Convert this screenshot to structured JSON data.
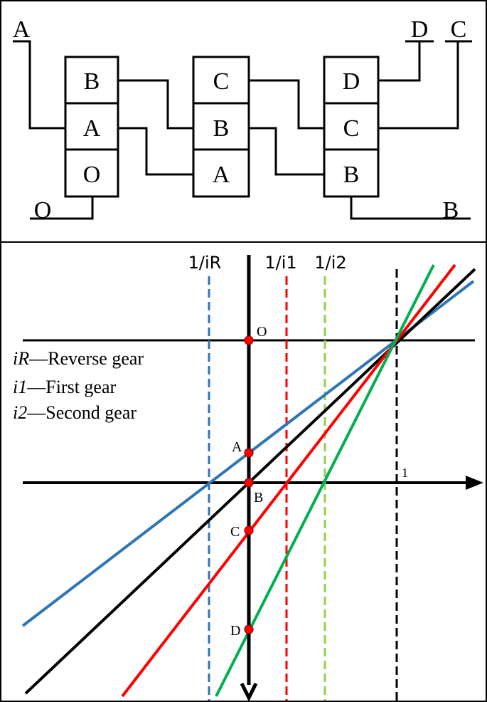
{
  "top_panel": {
    "boxes": {
      "left": [
        "B",
        "A",
        "O"
      ],
      "middle": [
        "C",
        "B",
        "A"
      ],
      "right": [
        "D",
        "C",
        "B"
      ]
    },
    "terminals": {
      "a": "A",
      "o": "O",
      "d": "D",
      "c": "C",
      "b": "B"
    }
  },
  "bottom_panel": {
    "vertical_labels": {
      "reverse": "1/iR",
      "first": "1/i1",
      "second": "1/i2"
    },
    "legend": [
      {
        "symbol": "iR",
        "text": "—Reverse gear"
      },
      {
        "symbol": "i1",
        "text": "—First gear"
      },
      {
        "symbol": "i2",
        "text": "—Second gear"
      }
    ],
    "points": {
      "o": "O",
      "a": "A",
      "b": "B",
      "c": "C",
      "d": "D"
    },
    "tick_one": "1",
    "colors": {
      "reverse": "#2e75b6",
      "first": "#ff0000",
      "second": "#00b050",
      "second_dashed": "#92d050",
      "neutral": "#000000"
    }
  }
}
